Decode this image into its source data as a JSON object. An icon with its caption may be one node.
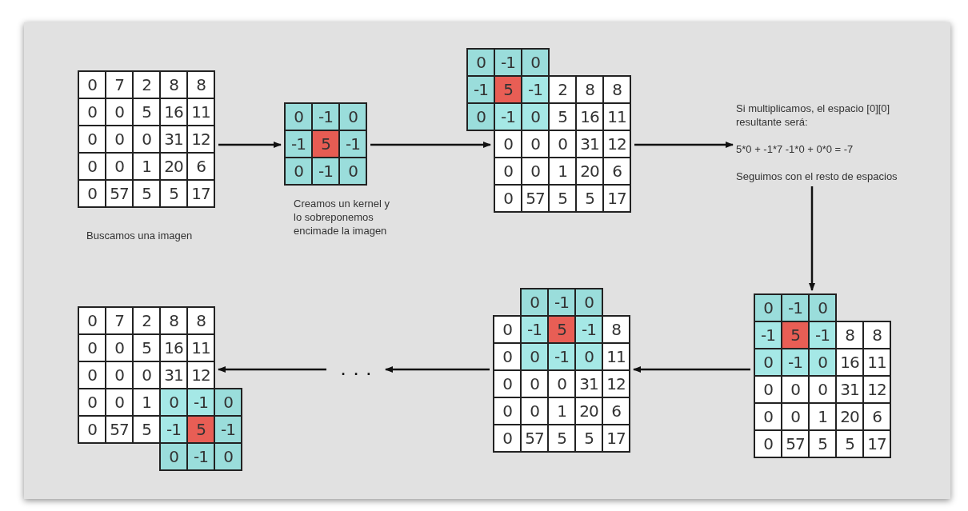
{
  "diagram": {
    "nodes": [
      {
        "text": [
          "0",
          "7",
          "2",
          "8",
          "8",
          "0",
          "0",
          "5",
          "16",
          "11",
          "0",
          "0",
          "0",
          "31",
          "12",
          "0",
          "0",
          "1",
          "20",
          "6",
          "0",
          "57",
          "5",
          "5",
          "17"
        ],
        "beside": [
          "Buscamos una imagen"
        ]
      },
      {
        "text": [
          "0",
          "-1",
          "0",
          "-1",
          "5",
          "-1",
          "0",
          "-1",
          "0"
        ],
        "beside": [
          "Creamos un kernel y lo sobreponemos encimade la imagen"
        ]
      },
      {
        "text": [
          "2",
          "8",
          "8",
          "5",
          "16",
          "11",
          "0",
          "0",
          "0",
          "31",
          "12",
          "0",
          "0",
          "1",
          "20",
          "6",
          "0",
          "57",
          "5",
          "5",
          "17"
        ]
      },
      {
        "text": [
          "0",
          "-1",
          "0",
          "-1",
          "5",
          "-1",
          "0",
          "-1",
          "0"
        ]
      },
      {
        "text": [
          "Si multiplicamos, el espacio [0][0] resultante será:",
          "5*0 + -1*7 -1*0 + 0*0 = -7",
          "Seguimos con el resto de espacios"
        ]
      },
      {
        "text": [
          "8",
          "8",
          "16",
          "11",
          "0",
          "0",
          "0",
          "31",
          "12",
          "0",
          "0",
          "1",
          "20",
          "6",
          "0",
          "57",
          "5",
          "5",
          "17"
        ]
      },
      {
        "text": [
          "0",
          "-1",
          "0",
          "-1",
          "5",
          "-1",
          "0",
          "-1",
          "0"
        ]
      },
      {
        "text": [
          "0",
          "8",
          "0",
          "11",
          "0",
          "0",
          "0",
          "31",
          "12",
          "0",
          "0",
          "1",
          "20",
          "6",
          "0",
          "57",
          "5",
          "5",
          "17"
        ]
      },
      {
        "text": [
          "0",
          "-1",
          "0",
          "-1",
          "5",
          "-1",
          "0",
          "-1",
          "0"
        ]
      },
      {
        "text": [
          "· · ·"
        ]
      },
      {
        "text": [
          "0",
          "7",
          "2",
          "8",
          "8",
          "0",
          "0",
          "5",
          "16",
          "11",
          "0",
          "0",
          "0",
          "31",
          "12",
          "0",
          "0",
          "1",
          "0",
          "57",
          "5"
        ]
      },
      {
        "text": [
          "0",
          "-1",
          "0",
          "-1",
          "5",
          "-1",
          "0",
          "-1",
          "0"
        ]
      }
    ],
    "edges": [
      {
        "from": 0,
        "to": 1,
        "arrow": "to"
      },
      {
        "from": 1,
        "to": 2,
        "arrow": "to"
      },
      {
        "from": 2,
        "to": 4,
        "arrow": "to"
      },
      {
        "from": 4,
        "to": 6,
        "arrow": "to"
      },
      {
        "from": 5,
        "to": 7,
        "arrow": "to"
      },
      {
        "from": 7,
        "to": 9,
        "arrow": "to"
      },
      {
        "from": 9,
        "to": 10,
        "arrow": "to"
      }
    ]
  }
}
